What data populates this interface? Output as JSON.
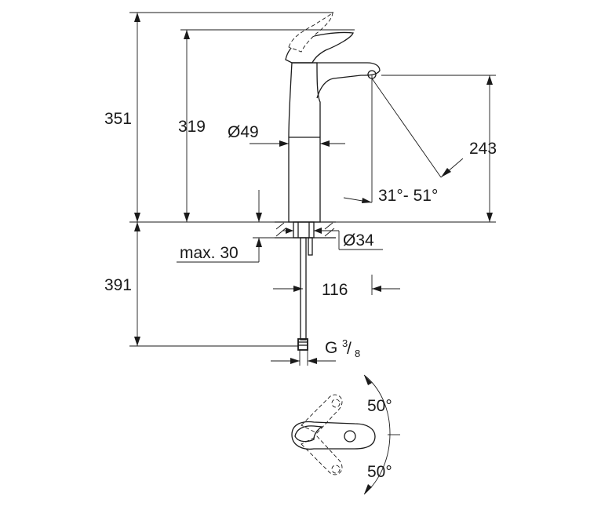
{
  "dimensions": {
    "total_height": "351",
    "spout_height": "319",
    "body_diameter": "Ø49",
    "outlet_height": "243",
    "swivel_angle": "31°- 51°",
    "hole_diameter": "Ø34",
    "max_thickness": "max. 30",
    "hose_length": "391",
    "projection": "116",
    "thread_prefix": "G",
    "thread_num": "3",
    "thread_slash": "/",
    "thread_den": "8",
    "lever_angle_top": "50°",
    "lever_angle_bottom": "50°"
  },
  "colors": {
    "line": "#1a1a1a",
    "background": "#ffffff"
  }
}
